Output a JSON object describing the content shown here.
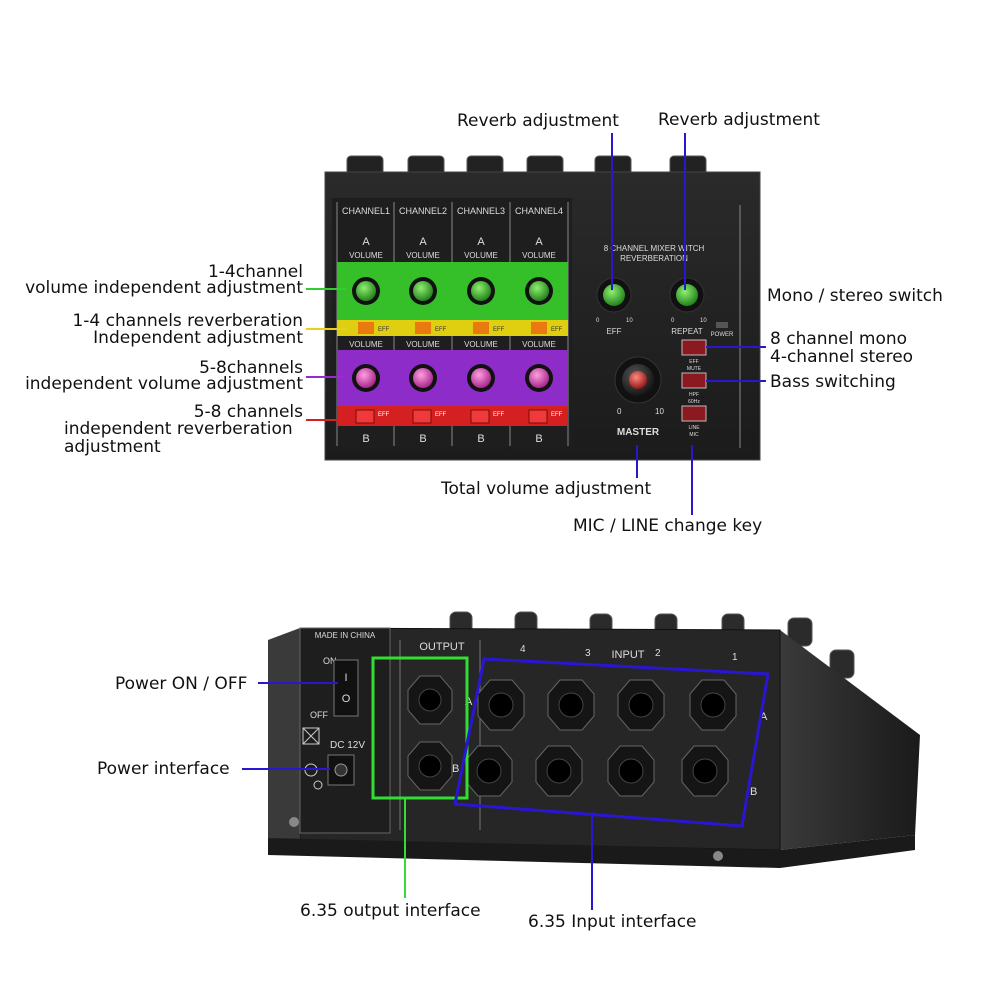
{
  "top_panel": {
    "channels": [
      "CHANNEL1",
      "CHANNEL2",
      "CHANNEL3",
      "CHANNEL4"
    ],
    "row_a_letter": "A",
    "row_b_letter": "B",
    "volume_label": "VOLUME",
    "scale_min": "0",
    "scale_max": "10",
    "eff_label": "EFF",
    "title_line1": "8 CHANNEL MIXER WITCH",
    "title_line2": "REVERBERATION",
    "knob_eff_label": "EFF",
    "knob_repeat_label": "REPEAT",
    "master_label": "MASTER",
    "power_label": "POWER",
    "btn_eff_mute": [
      "EFF",
      "MUTE"
    ],
    "btn_hpf": [
      "HPF",
      "60Hz"
    ],
    "btn_line_mic": [
      "LINE",
      "MIC"
    ],
    "colors": {
      "green": "#35c02a",
      "yellow": "#e0cf10",
      "purple": "#8e2cc9",
      "red": "#d42020"
    }
  },
  "bottom_panel": {
    "made_in": "MADE IN CHINA",
    "on": "ON",
    "off": "OFF",
    "switch_on_mark": "I",
    "switch_off_mark": "O",
    "dc": "DC 12V",
    "output_label": "OUTPUT",
    "input_label": "INPUT",
    "input_numbers": [
      "4",
      "3",
      "2",
      "1"
    ],
    "jack_row_a": "A",
    "jack_row_b": "B"
  },
  "callouts": {
    "reverb_adjust_1": "Reverb adjustment",
    "reverb_adjust_2": "Reverb adjustment",
    "ch14_volume_line1": "1-4channel",
    "ch14_volume_line2": "volume independent adjustment",
    "ch14_reverb_line1": "1-4 channels reverberation",
    "ch14_reverb_line2": "Independent adjustment",
    "ch58_volume_line1": "5-8channels",
    "ch58_volume_line2": "independent volume adjustment",
    "ch58_reverb_line1": "5-8 channels",
    "ch58_reverb_line2": "independent reverberation",
    "ch58_reverb_line3": "adjustment",
    "mono_stereo": "Mono / stereo switch",
    "eight_mono_line1": "8 channel mono",
    "eight_mono_line2": "4-channel stereo",
    "bass": "Bass switching",
    "total_volume": "Total volume adjustment",
    "mic_line": "MIC / LINE change key",
    "power_onoff": "Power ON / OFF",
    "power_interface": "Power interface",
    "output_interface": "6.35 output interface",
    "input_interface": "6.35 Input interface"
  }
}
